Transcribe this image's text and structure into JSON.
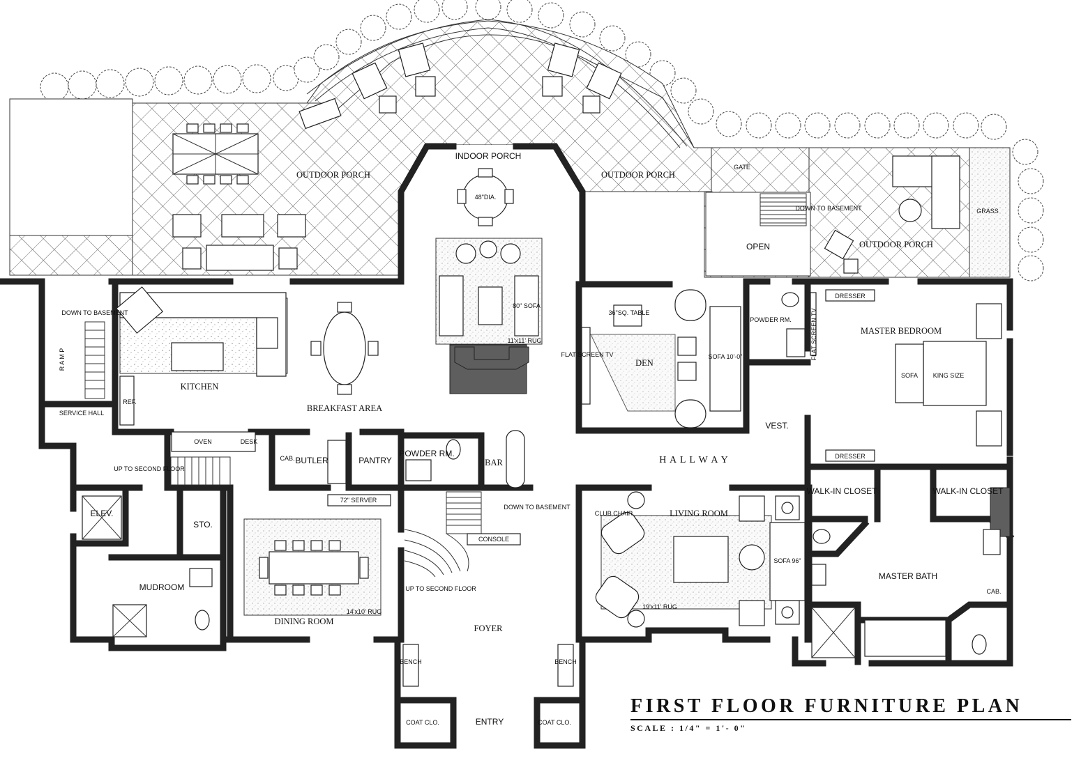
{
  "title": "FIRST FLOOR FURNITURE PLAN",
  "scale": "SCALE : 1/4\" = 1'- 0\"",
  "rooms": {
    "outdoor_porch_west": "OUTDOOR PORCH",
    "indoor_porch": "INDOOR PORCH",
    "outdoor_porch_center": "OUTDOOR PORCH",
    "outdoor_porch_east": "OUTDOOR PORCH",
    "open": "OPEN",
    "gate": "GATE",
    "grass": "GRASS",
    "down_to_basement_east": "DOWN TO BASEMENT",
    "kitchen": "KITCHEN",
    "breakfast_area": "BREAKFAST AREA",
    "service_hall": "SERVICE HALL",
    "down_to_basement_west": "DOWN TO BASEMENT",
    "ramp": "R A M P",
    "ref": "REF.",
    "oven": "OVEN",
    "desk": "DESK",
    "cab_butler": "CAB.",
    "butler": "BUTLER",
    "pantry": "PANTRY",
    "powder_rm_west": "POWDER RM.",
    "bar": "BAR",
    "up_to_second_floor_west": "UP TO SECOND FLOOR",
    "elev": "ELEV.",
    "sto": "STO.",
    "mudroom": "MUDROOM",
    "server": "72\" SERVER",
    "dining_room": "DINING ROOM",
    "dining_rug": "14'x10' RUG",
    "down_to_basement_center": "DOWN TO BASEMENT",
    "console": "CONSOLE",
    "up_to_second_floor_center": "UP TO SECOND FLOOR",
    "foyer": "FOYER",
    "bench_west": "BENCH",
    "bench_east": "BENCH",
    "coat_clo_west": "COAT CLO.",
    "coat_clo_east": "COAT CLO.",
    "entry": "ENTRY",
    "table_48": "48\"DIA.",
    "sofa_80": "80\" SOFA",
    "rug_11": "11'x11' RUG",
    "den": "DEN",
    "table_36": "36\"SQ. TABLE",
    "flat_screen_den": "FLAT SCREEN TV",
    "sofa_10": "SOFA 10'-0\"",
    "powder_rm_east": "POWDER RM.",
    "vest": "VEST.",
    "hallway": "H A L L W A Y",
    "living_room": "LIVING ROOM",
    "club_chair": "CLUB CHAIR",
    "sofa_96": "SOFA 96\"",
    "living_rug": "19'x11' RUG",
    "master_bedroom": "MASTER BEDROOM",
    "flat_screen_master": "FLAT SCREEN TV",
    "dresser_north": "DRESSER",
    "dresser_south": "DRESSER",
    "sofa_master": "SOFA",
    "king_size": "KING SIZE",
    "walk_in_closet_west": "WALK-IN CLOSET",
    "walk_in_closet_east": "WALK-IN CLOSET",
    "master_bath": "MASTER BATH",
    "cab_bath": "CAB."
  }
}
